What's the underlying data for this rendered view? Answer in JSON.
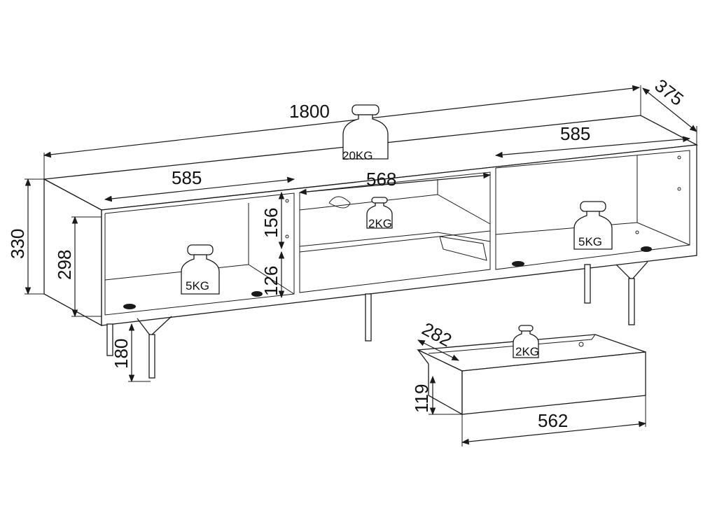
{
  "dimensions": {
    "total_width": "1800",
    "depth": "375",
    "right_compartment_width": "585",
    "left_compartment_width": "585",
    "middle_compartment_width": "568",
    "total_height": "330",
    "inner_height": "298",
    "upper_shelf_height": "156",
    "lower_shelf_height": "126",
    "leg_height": "180",
    "drawer_depth": "282",
    "drawer_height": "119",
    "drawer_width": "562"
  },
  "weights": {
    "top": "20KG",
    "middle_shelf": "2KG",
    "right_compartment": "5KG",
    "left_compartment": "5KG",
    "drawer": "2KG"
  }
}
